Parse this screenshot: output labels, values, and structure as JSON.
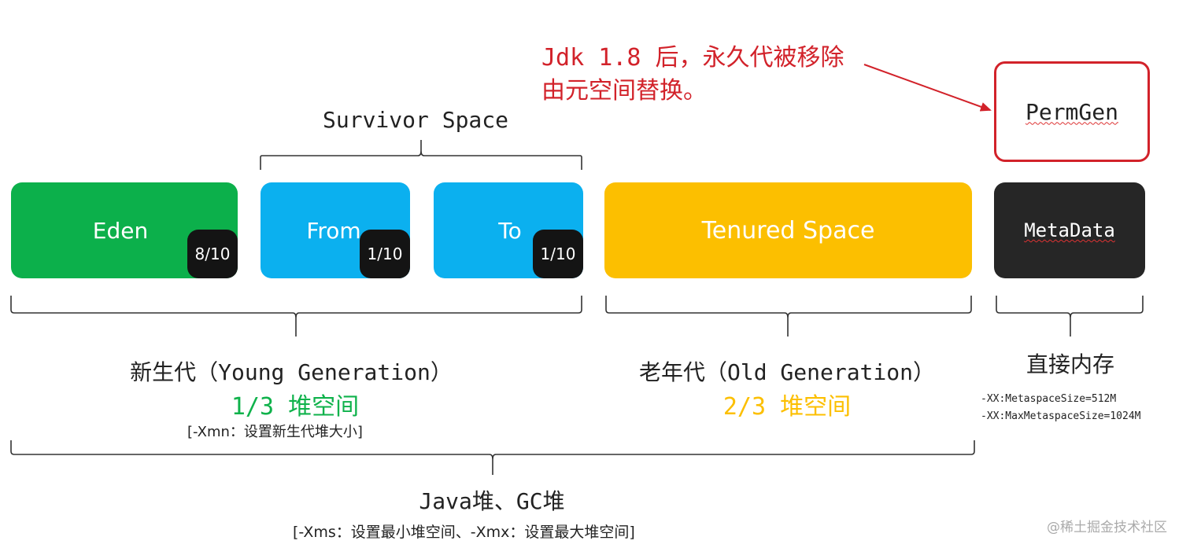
{
  "annotation": {
    "line1": "Jdk 1.8 后，永久代被移除",
    "line2": "由元空间替换。"
  },
  "survivor_label": "Survivor Space",
  "permgen": {
    "label": "PermGen"
  },
  "blocks": {
    "eden": {
      "label": "Eden",
      "ratio": "8/10"
    },
    "from": {
      "label": "From",
      "ratio": "1/10"
    },
    "to": {
      "label": "To",
      "ratio": "1/10"
    },
    "tenured": {
      "label": "Tenured Space"
    },
    "metadata": {
      "label": "MetaData"
    }
  },
  "young": {
    "title": "新生代（Young Generation）",
    "share": "1/3 堆空间",
    "param": "[-Xmn：设置新生代堆大小]"
  },
  "old": {
    "title": "老年代（Old Generation）",
    "share": "2/3 堆空间"
  },
  "direct": {
    "title": "直接内存",
    "param1": "-XX:MetaspaceSize=512M",
    "param2": "-XX:MaxMetaspaceSize=1024M"
  },
  "heap": {
    "title": "Java堆、GC堆",
    "param": "[-Xms：设置最小堆空间、-Xmx：设置最大堆空间]"
  },
  "watermark": "@稀土掘金技术社区",
  "colors": {
    "eden": "#0cb04b",
    "survivor": "#0bb0ef",
    "tenured": "#fcbf00",
    "metadata": "#262626",
    "red": "#d2222a",
    "green": "#0fb24b",
    "orange": "#fcbf00"
  }
}
